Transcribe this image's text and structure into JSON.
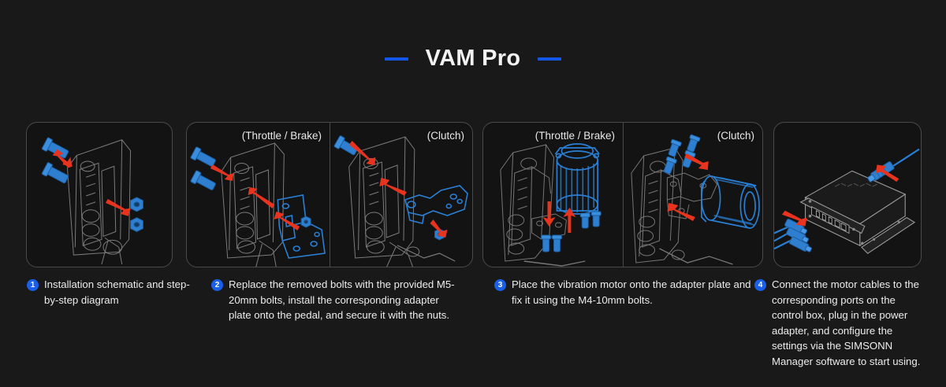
{
  "header": {
    "title": "VAM Pro",
    "dash_color": "#1457e6"
  },
  "theme": {
    "background": "#191919",
    "panel_background": "#131313",
    "panel_border": "#4a4a4a",
    "accent_blue": "#1a5fe8",
    "arrow_red": "#e8341f",
    "part_blue": "#2a7fd4",
    "line_gray": "#9a9a9a",
    "text": "#ececec"
  },
  "panels": [
    {
      "id": "panel-1",
      "labels": [],
      "art": "pedal-with-removed-bolts-and-nuts"
    },
    {
      "id": "panel-2",
      "labels": [
        "(Throttle / Brake)",
        "(Clutch)"
      ],
      "art": "pedal-with-adapter-plate"
    },
    {
      "id": "panel-3",
      "labels": [
        "(Throttle / Brake)",
        "(Clutch)"
      ],
      "art": "vibration-motor-on-adapter-plate"
    },
    {
      "id": "panel-4",
      "labels": [],
      "art": "control-box-with-cables"
    }
  ],
  "captions": [
    {
      "number": "1",
      "text": "Installation schematic and step-by-step diagram"
    },
    {
      "number": "2",
      "text": "Replace the removed bolts with the provided M5-20mm bolts, install the corresponding adapter plate onto the pedal, and secure it with the nuts."
    },
    {
      "number": "3",
      "text": "Place the vibration motor onto the adapter plate and fix it using the M4-10mm bolts."
    },
    {
      "number": "4",
      "text": "Connect the motor cables to the corresponding ports on the control box, plug in the power adapter, and configure the settings via the SIMSONN Manager software to start using."
    }
  ]
}
